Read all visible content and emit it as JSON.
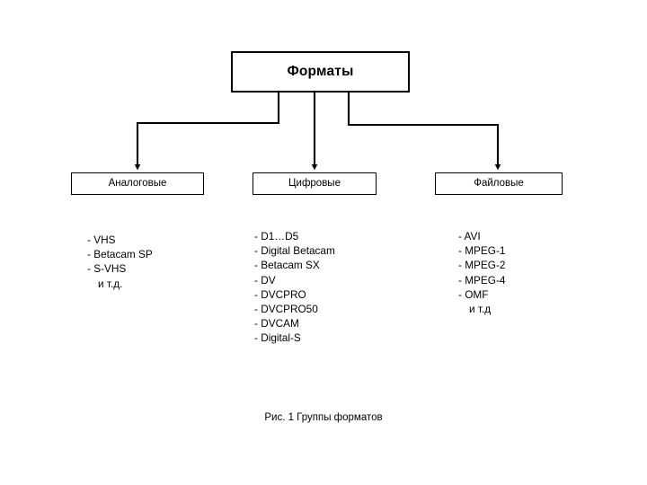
{
  "diagram": {
    "root": {
      "label": "Форматы"
    },
    "branches": [
      {
        "id": "analog",
        "label": "Аналоговые",
        "items": [
          {
            "text": "-  VHS",
            "indented": false
          },
          {
            "text": "-  Betacam SP",
            "indented": false
          },
          {
            "text": "-  S-VHS",
            "indented": false
          },
          {
            "text": "и т.д.",
            "indented": true
          }
        ]
      },
      {
        "id": "digital",
        "label": "Цифровые",
        "items": [
          {
            "text": "- D1…D5",
            "indented": false
          },
          {
            "text": "- Digital Betacam",
            "indented": false
          },
          {
            "text": "- Betacam SX",
            "indented": false
          },
          {
            "text": "- DV",
            "indented": false
          },
          {
            "text": "- DVCPRO",
            "indented": false
          },
          {
            "text": "- DVCPRO50",
            "indented": false
          },
          {
            "text": "- DVCAM",
            "indented": false
          },
          {
            "text": "- Digital-S",
            "indented": false
          }
        ]
      },
      {
        "id": "file",
        "label": "Файловые",
        "items": [
          {
            "text": "- AVI",
            "indented": false
          },
          {
            "text": "- MPEG-1",
            "indented": false
          },
          {
            "text": "- MPEG-2",
            "indented": false
          },
          {
            "text": "- MPEG-4",
            "indented": false
          },
          {
            "text": "- OMF",
            "indented": false
          },
          {
            "text": "и т.д",
            "indented": true
          }
        ]
      }
    ],
    "caption": "Рис. 1 Группы форматов",
    "colors": {
      "background": "#ffffff",
      "stroke": "#000000",
      "text": "#000000"
    }
  }
}
